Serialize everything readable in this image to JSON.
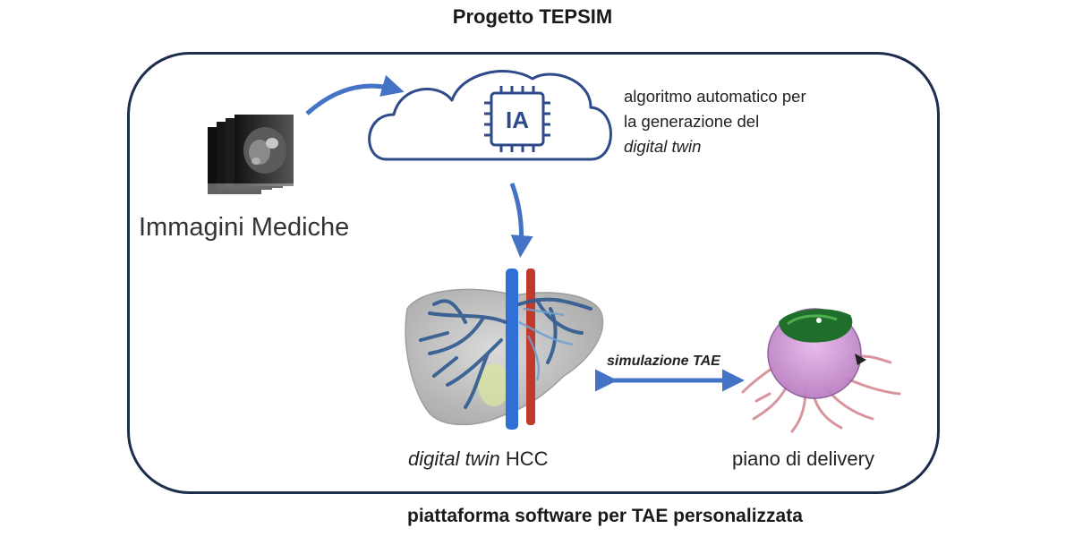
{
  "title": "Progetto TEPSIM",
  "chip_label": "IA",
  "input_label": "Immagini Mediche",
  "algorithm": {
    "line1": "algoritmo automatico per",
    "line2": "la generazione del",
    "line3": "digital twin"
  },
  "simulation_label": "simulazione TAE",
  "digital_twin": {
    "italic_part": "digital twin",
    "suffix": " HCC"
  },
  "delivery_label": "piano di delivery",
  "footer": "piattaforma software per TAE personalizzata",
  "colors": {
    "frame": "#1f2d4d",
    "arrow": "#4472c4",
    "cloud": "#2e4a8a"
  }
}
